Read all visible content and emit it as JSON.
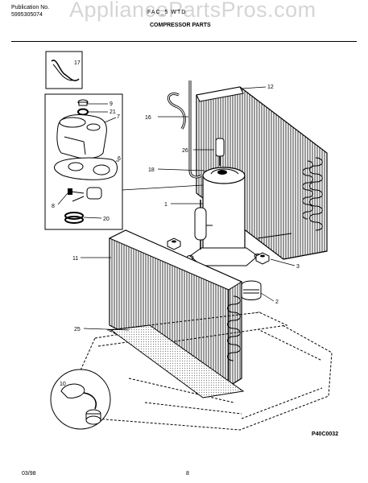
{
  "header": {
    "publication_label": "Publication No.",
    "publication_number": "5995305074",
    "model": "FAC_5 WTD",
    "section_title": "COMPRESSOR PARTS"
  },
  "watermark": "AppliancePartsPros.com",
  "callouts": [
    "17",
    "9",
    "21",
    "7",
    "6",
    "8",
    "20",
    "16",
    "12",
    "26",
    "18",
    "1",
    "11",
    "3",
    "2",
    "25",
    "10"
  ],
  "figure_code": "P40C0032",
  "footer": {
    "date": "03/98",
    "page": "8"
  }
}
